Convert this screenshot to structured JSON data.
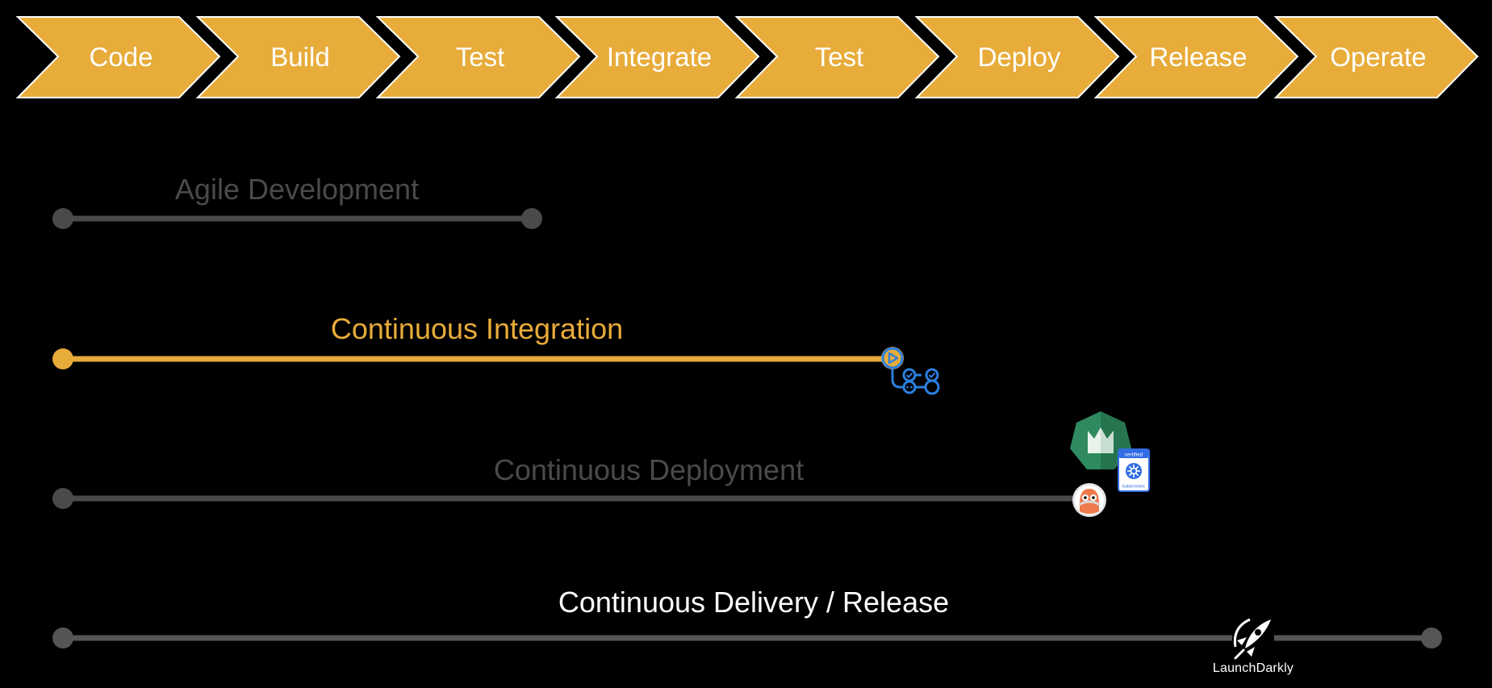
{
  "stages": [
    "Code",
    "Build",
    "Test",
    "Integrate",
    "Test",
    "Deploy",
    "Release",
    "Operate"
  ],
  "tracks": [
    {
      "title": "Agile Development",
      "color": "#3c3c3c",
      "dot_color": "#4a4a4a"
    },
    {
      "title": "Continuous Integration",
      "color": "#e8ac3a",
      "dot_color": "#e8ac3a"
    },
    {
      "title": "Continuous Deployment",
      "color": "#3c3c3c",
      "dot_color": "#4a4a4a"
    },
    {
      "title": "Continuous Delivery / Release",
      "color": "#ffffff",
      "dot_color": "#555555"
    }
  ],
  "colors": {
    "chevron_fill": "#e8ac3a",
    "chevron_stroke": "#ffffff",
    "background": "#000000",
    "line_gray": "#4a4a4a",
    "actions_blue": "#2b7fe0"
  },
  "logos": {
    "launchdarkly_label": "LaunchDarkly",
    "k8s_badge_top": "certified",
    "k8s_badge_bottom": "kubernetes"
  },
  "icons": [
    "github-actions-icon",
    "flux-icon",
    "kubernetes-certified-icon",
    "argo-icon",
    "launchdarkly-icon"
  ]
}
